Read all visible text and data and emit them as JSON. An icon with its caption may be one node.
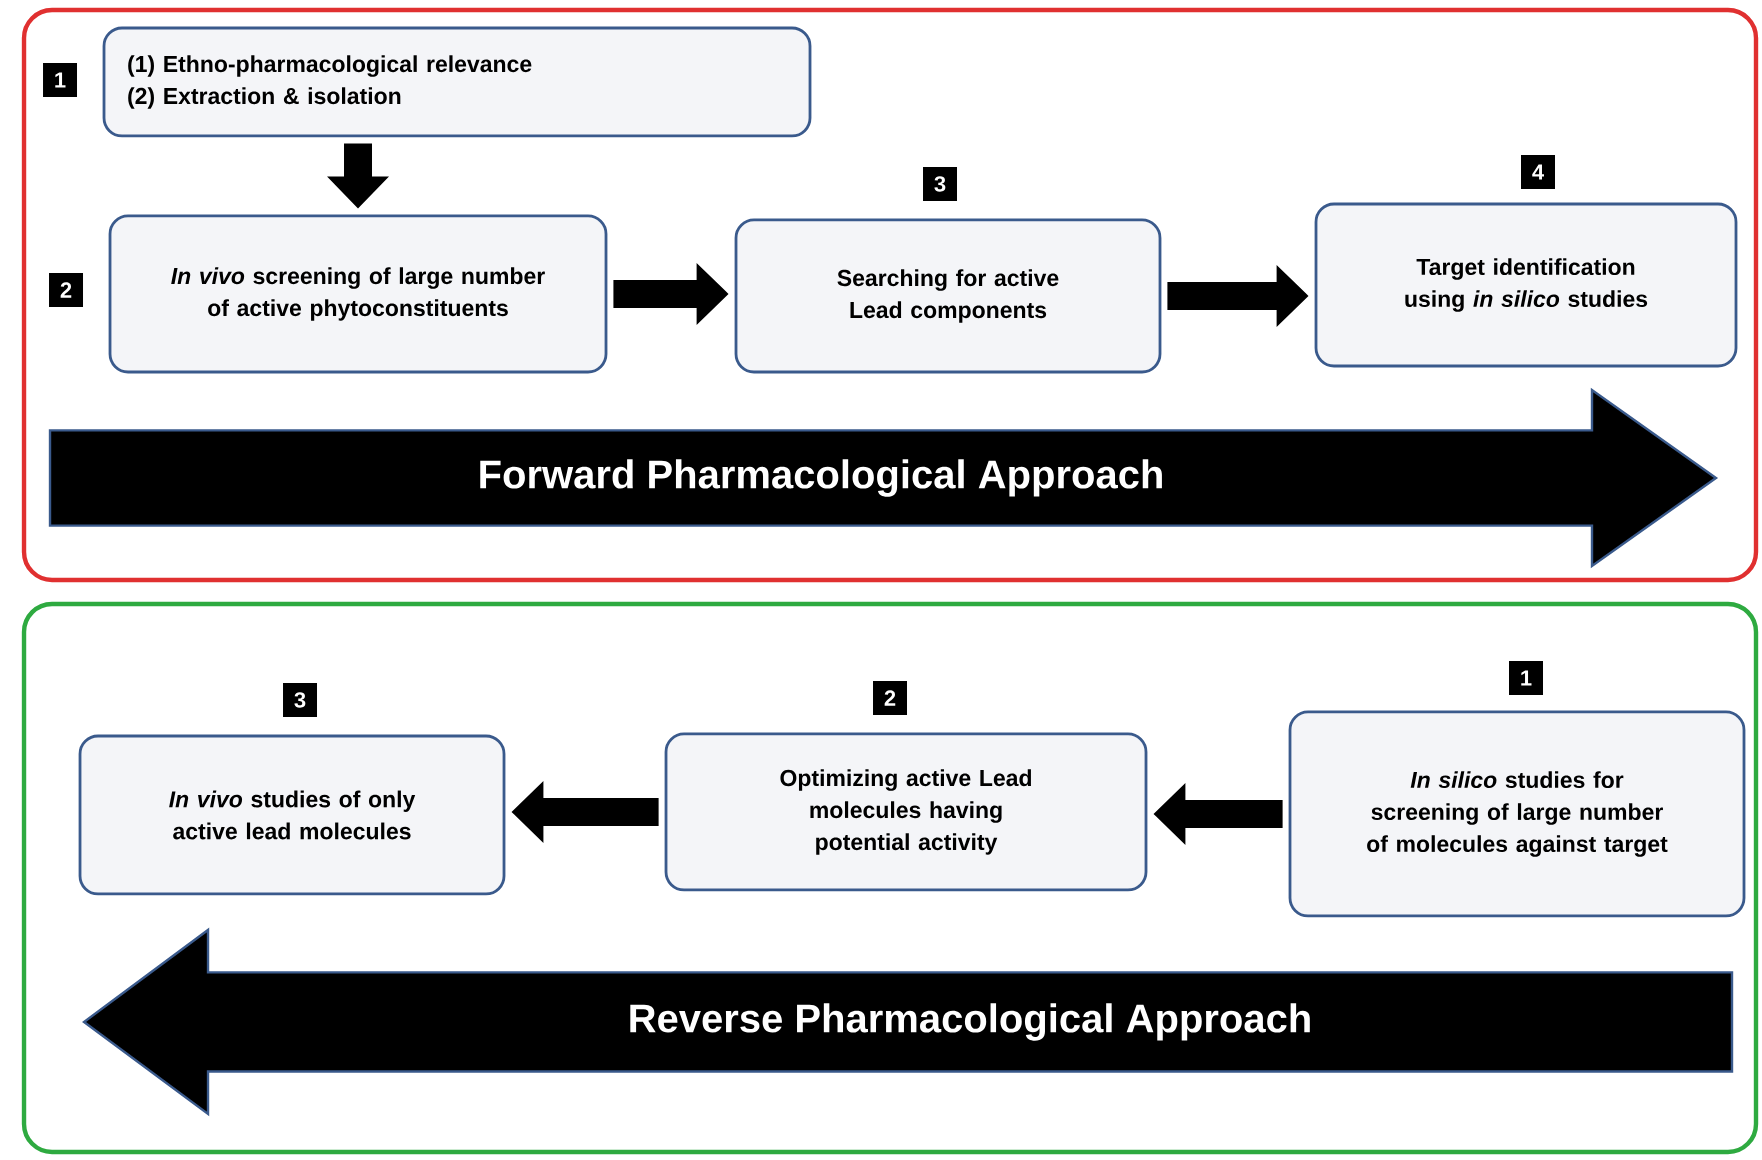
{
  "diagram": {
    "nodes": [
      {
        "text": [],
        "shape": "box"
      },
      {
        "text": [
          "(1) Ethno-pharmacological relevance",
          "(2) Extraction & isolation"
        ],
        "beside": [
          "1"
        ],
        "in": 0
      },
      {
        "text": [
          "*In vivo* screening of large number of active phytoconstituents"
        ],
        "beside": [
          "2"
        ],
        "in": 0
      },
      {
        "text": [
          "Searching for active Lead components"
        ],
        "beside": [
          "3"
        ],
        "in": 0
      },
      {
        "text": [
          "Target identification using *in silico* studies"
        ],
        "beside": [
          "4"
        ],
        "in": 0
      },
      {
        "text": [
          "Forward Pharmacological Approach"
        ],
        "in": 0
      },
      {
        "text": [],
        "shape": "box"
      },
      {
        "text": [
          "*In silico* studies for screening of large number of molecules against target"
        ],
        "beside": [
          "1"
        ],
        "in": 6
      },
      {
        "text": [
          "Optimizing active Lead molecules having potential activity"
        ],
        "beside": [
          "2"
        ],
        "in": 6
      },
      {
        "text": [
          "*In vivo* studies of only active lead molecules"
        ],
        "beside": [
          "3"
        ],
        "in": 6
      },
      {
        "text": [
          "Reverse Pharmacological Approach"
        ],
        "in": 6
      }
    ],
    "edges": [
      {
        "from": 1,
        "to": 2,
        "arrow": "to"
      },
      {
        "from": 2,
        "to": 3,
        "arrow": "to"
      },
      {
        "from": 3,
        "to": 4,
        "arrow": "to"
      },
      {
        "from": 7,
        "to": 8,
        "arrow": "to"
      },
      {
        "from": 8,
        "to": 9,
        "arrow": "to"
      }
    ]
  }
}
